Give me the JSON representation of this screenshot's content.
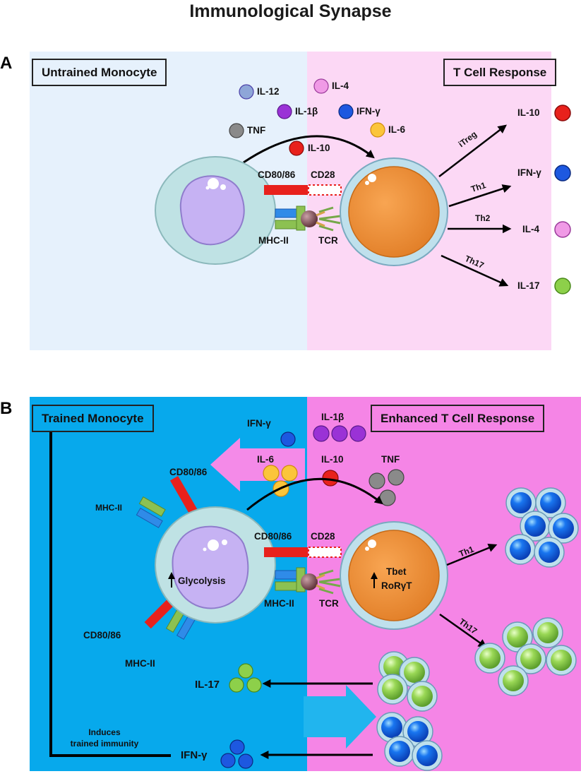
{
  "title": "Immunological Synapse",
  "panel_a": {
    "letter": "A",
    "left_box": "Untrained Monocyte",
    "right_box": "T Cell Response",
    "cytokines": {
      "il12": "IL-12",
      "il4": "IL-4",
      "il1b": "IL-1β",
      "ifng": "IFN-γ",
      "tnf": "TNF",
      "il6": "IL-6",
      "il10": "IL-10"
    },
    "receptors": {
      "cd80_86": "CD80/86",
      "cd28": "CD28",
      "mhc2": "MHC-II",
      "tcr": "TCR"
    },
    "pathways": [
      "iTreg",
      "Th1",
      "Th2",
      "Th17"
    ],
    "outputs": [
      "IL-10",
      "IFN-γ",
      "IL-4",
      "IL-17"
    ]
  },
  "panel_b": {
    "letter": "B",
    "left_box": "Trained Monocyte",
    "right_box": "Enhanced T Cell Response",
    "cytokines": {
      "ifng": "IFN-γ",
      "il1b": "IL-1β",
      "il6": "IL-6",
      "il10": "IL-10",
      "tnf": "TNF"
    },
    "receptors": {
      "cd80_86_top": "CD80/86",
      "mhc2_top": "MHC-II",
      "cd80_86": "CD80/86",
      "cd28": "CD28",
      "mhc2": "MHC-II",
      "tcr": "TCR",
      "cd80_86_bottom": "CD80/86",
      "mhc2_bottom": "MHC-II"
    },
    "glycolysis": "Glycolysis",
    "transcription": [
      "Tbet",
      "RoRγT"
    ],
    "pathways": [
      "Th1",
      "Th17"
    ],
    "il17": "IL-17",
    "ifng_out": "IFN-γ",
    "induces": [
      "Induces",
      "trained immunity"
    ]
  },
  "colors": {
    "panel_a_left": "#e6f1fc",
    "panel_a_right": "#fcd8f5",
    "panel_b_left": "#07a9ec",
    "panel_b_right": "#f585e6",
    "monocyte_body": "#bfe2e4",
    "monocyte_nucleus": "#c6b2f3",
    "tcell_body": "#f3953d",
    "cd80": "#e8211c",
    "mhc_green": "#8cc152",
    "mhc_blue": "#2f8be8",
    "tcr_green": "#76a84a",
    "ifng_blue": "#1d58e0",
    "il17_green": "#8dd04a"
  }
}
